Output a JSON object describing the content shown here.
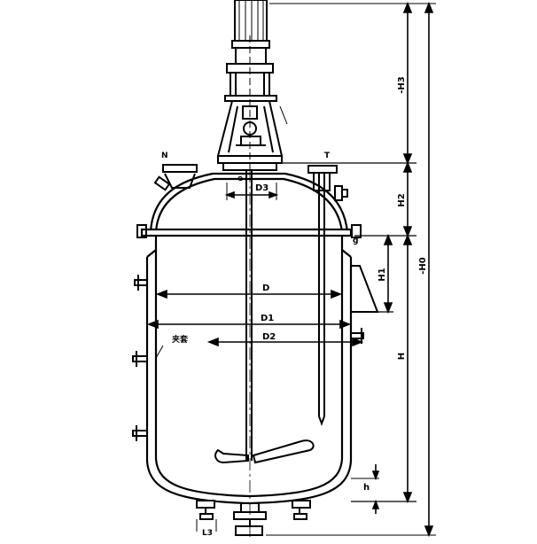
{
  "labels": {
    "D": "D",
    "D1": "D1",
    "D2": "D2",
    "D3": "D3",
    "H": "H",
    "H0": "-H0",
    "H1": "H1",
    "H2": "H2",
    "H3": "-H3",
    "h": "h",
    "L3": "L3",
    "N": "N",
    "T": "T",
    "e": "e",
    "g": "g",
    "jacket": "夹套"
  },
  "colors": {
    "line": "#000000",
    "background": "#ffffff"
  }
}
